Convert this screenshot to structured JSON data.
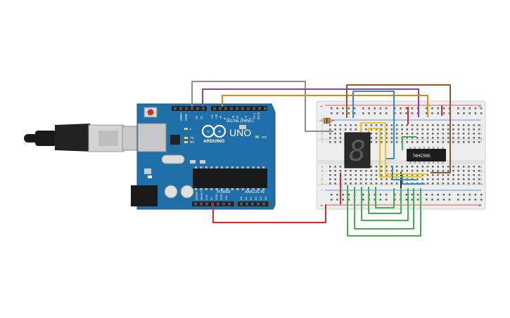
{
  "arduino": {
    "brand": "UNO",
    "logo_text": "ARDUINO",
    "header_digital": "DIGITAL (PWM~)",
    "header_power": "POWER",
    "header_analog": "ANALOG IN",
    "label_aref": "AREF",
    "label_gnd": "GND",
    "label_on": "ON",
    "label_tx": "TX",
    "label_rx": "RX",
    "label_l": "L",
    "digital_pins": [
      "13",
      "12",
      "~11",
      "~10",
      "~9",
      "8",
      "7",
      "~6",
      "~5",
      "4",
      "~3",
      "2",
      "TX 1",
      "RX 0"
    ],
    "power_pins": [
      "IOREF",
      "RESET",
      "3.3V",
      "5V",
      "GND",
      "GND",
      "VIN"
    ],
    "analog_pins": [
      "A0",
      "A1",
      "A2",
      "A3",
      "A4",
      "A5"
    ],
    "colors": {
      "board": "#1f6fa8",
      "header": "#222222"
    }
  },
  "chip": {
    "label": "74HC595"
  },
  "breadboard": {
    "row_letters_top": [
      "j",
      "i",
      "h",
      "g",
      "f"
    ],
    "row_letters_bottom": [
      "e",
      "d",
      "c",
      "b",
      "a"
    ],
    "rail_plus": "+",
    "rail_minus": "-"
  },
  "display": {
    "digit": "8"
  },
  "wire_colors": {
    "gray": "#8c8c8c",
    "purple": "#9b3aa6",
    "orange": "#d98a1a",
    "brown": "#8a5a2b",
    "blue": "#2e8fd0",
    "red": "#d62828",
    "yellow": "#f0c419",
    "green": "#3cb44b",
    "black": "#222222"
  }
}
